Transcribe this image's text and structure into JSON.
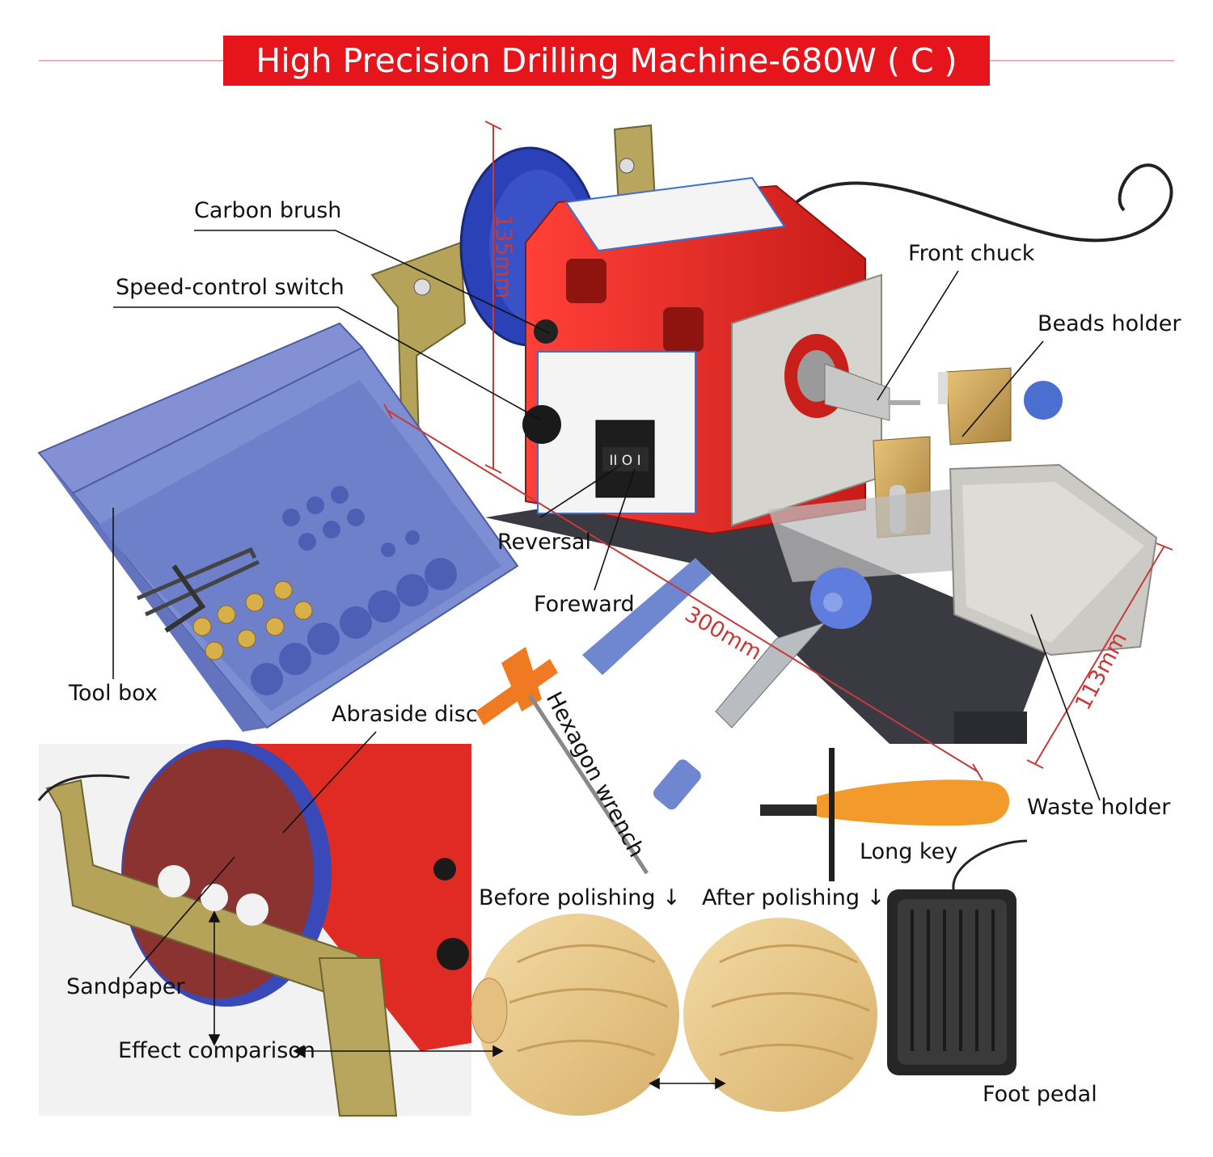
{
  "title": "High Precision Drilling Machine-680W ( C )",
  "labels": {
    "carbon_brush": "Carbon brush",
    "speed_control_switch": "Speed-control switch",
    "front_chuck": "Front chuck",
    "beads_holder": "Beads holder",
    "reversal": "Reversal",
    "foreward": "Foreward",
    "tool_box": "Tool box",
    "abrasive_disc": "Abraside disc",
    "hexagon_wrench": "Hexagon wrench",
    "waste_holder": "Waste holder",
    "long_key": "Long key",
    "before_polishing": "Before polishing ↓",
    "after_polishing": "After polishing ↓",
    "sandpaper": "Sandpaper",
    "effect_comparison": "Effect comparison",
    "foot_pedal": "Foot pedal"
  },
  "dimensions": {
    "height": "135mm",
    "length": "300mm",
    "width": "113mm"
  },
  "switch_symbols": "II O I",
  "colors": {
    "title_band": "#e6141b",
    "machine_red": "#e02a24",
    "tool_blue": "#7d8fd1",
    "dimension_line": "#c73a3a",
    "wrench_orange": "#f07a22",
    "wood": "#e9c98c"
  }
}
